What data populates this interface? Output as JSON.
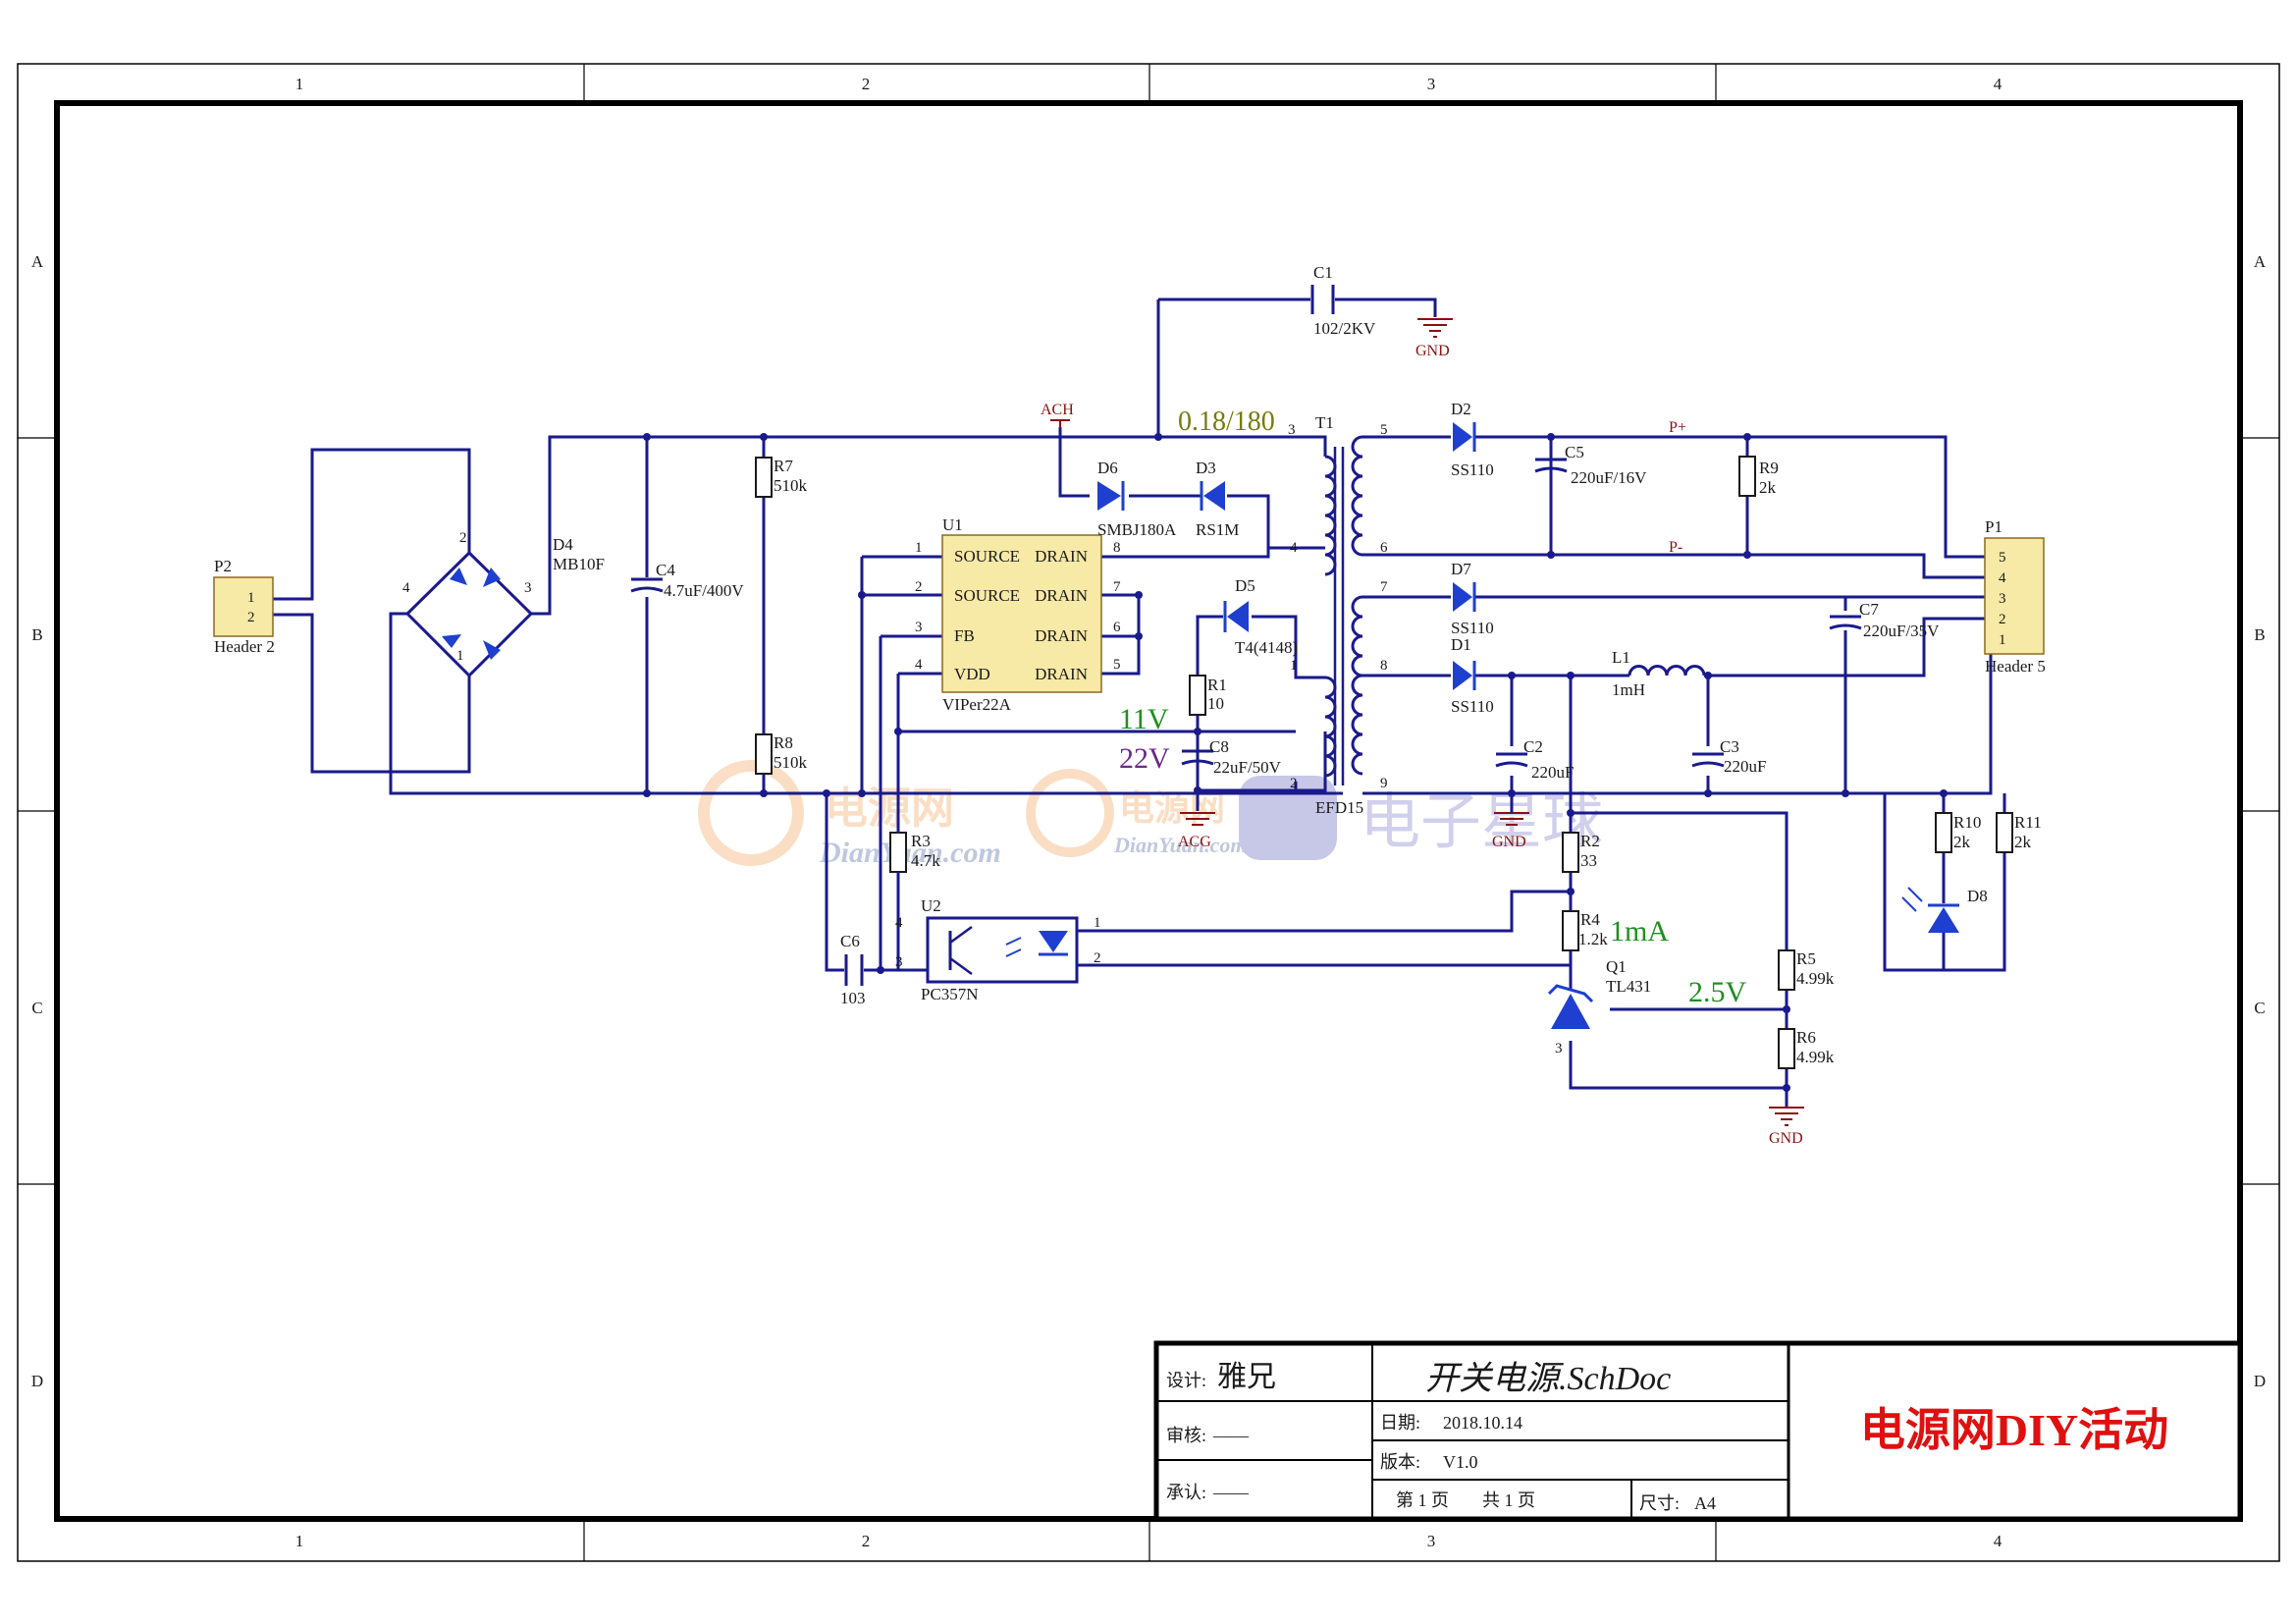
{
  "frame": {
    "cols": [
      "1",
      "2",
      "3",
      "4"
    ],
    "rows": [
      "A",
      "B",
      "C",
      "D"
    ]
  },
  "components": {
    "P2": {
      "ref": "P2",
      "value": "Header 2",
      "pins": [
        "1",
        "2"
      ]
    },
    "P1": {
      "ref": "P1",
      "value": "Header 5",
      "pins": [
        "5",
        "4",
        "3",
        "2",
        "1"
      ]
    },
    "D4": {
      "ref": "D4",
      "value": "MB10F",
      "pins": [
        "2",
        "4",
        "3",
        "1"
      ]
    },
    "C4": {
      "ref": "C4",
      "value": "4.7uF/400V"
    },
    "R7": {
      "ref": "R7",
      "value": "510k"
    },
    "R8": {
      "ref": "R8",
      "value": "510k"
    },
    "U1": {
      "ref": "U1",
      "value": "VIPer22A",
      "left": [
        "SOURCE",
        "SOURCE",
        "FB",
        "VDD"
      ],
      "right": [
        "DRAIN",
        "DRAIN",
        "DRAIN",
        "DRAIN"
      ],
      "lpins": [
        "1",
        "2",
        "3",
        "4"
      ],
      "rpins": [
        "8",
        "7",
        "6",
        "5"
      ]
    },
    "D6": {
      "ref": "D6",
      "value": "SMBJ180A"
    },
    "D3": {
      "ref": "D3",
      "value": "RS1M"
    },
    "D5": {
      "ref": "D5",
      "value": "T4(4148)"
    },
    "R1": {
      "ref": "R1",
      "value": "10"
    },
    "C8": {
      "ref": "C8",
      "value": "22uF/50V"
    },
    "C1": {
      "ref": "C1",
      "value": "102/2KV"
    },
    "T1": {
      "ref": "T1",
      "value": "EFD15",
      "pins": [
        "3",
        "4",
        "1",
        "2",
        "5",
        "6",
        "7",
        "8",
        "9"
      ]
    },
    "D2": {
      "ref": "D2",
      "value": "SS110"
    },
    "D7": {
      "ref": "D7",
      "value": "SS110"
    },
    "D1": {
      "ref": "D1",
      "value": "SS110"
    },
    "C5": {
      "ref": "C5",
      "value": "220uF/16V"
    },
    "R9": {
      "ref": "R9",
      "value": "2k"
    },
    "C7": {
      "ref": "C7",
      "value": "220uF/35V"
    },
    "L1": {
      "ref": "L1",
      "value": "1mH"
    },
    "C2": {
      "ref": "C2",
      "value": "220uF"
    },
    "C3": {
      "ref": "C3",
      "value": "220uF"
    },
    "R10": {
      "ref": "R10",
      "value": "2k"
    },
    "R11": {
      "ref": "R11",
      "value": "2k"
    },
    "D8": {
      "ref": "D8"
    },
    "R2": {
      "ref": "R2",
      "value": "33"
    },
    "R4": {
      "ref": "R4",
      "value": "1.2k"
    },
    "R3": {
      "ref": "R3",
      "value": "4.7k"
    },
    "U2": {
      "ref": "U2",
      "value": "PC357N",
      "pins": [
        "1",
        "2",
        "3",
        "4"
      ]
    },
    "C6": {
      "ref": "C6",
      "value": "103"
    },
    "Q1": {
      "ref": "Q1",
      "value": "TL431",
      "pins": [
        "3"
      ]
    },
    "R5": {
      "ref": "R5",
      "value": "4.99k"
    },
    "R6": {
      "ref": "R6",
      "value": "4.99k"
    }
  },
  "nets": {
    "gnd": "GND",
    "ach": "ACH",
    "acg": "ACG",
    "pplus": "P+",
    "pminus": "P-"
  },
  "annotations": {
    "turns": "0.18/180",
    "v11": "11V",
    "v22": "22V",
    "ma1": "1mA",
    "v25": "2.5V"
  },
  "watermarks": {
    "wm1_cn": "电源网",
    "wm1_en": "DianYuan.com",
    "wm2_cn": "电源网",
    "wm2_en": "DianYuan.com",
    "wm3_cn": "电子星球"
  },
  "titleblock": {
    "design_label": "设计:",
    "designer": "雅兄",
    "review_label": "审核:",
    "review_value": "——",
    "approve_label": "承认:",
    "approve_value": "——",
    "file": "开关电源.SchDoc",
    "date_label": "日期:",
    "date": "2018.10.14",
    "version_label": "版本:",
    "version": "V1.0",
    "page": "第 1 页",
    "total": "共 1 页",
    "size_label": "尺寸:",
    "size": "A4",
    "logo": "电源网DIY活动"
  },
  "colors": {
    "wire": "#1a1a8c",
    "part": "#1a1a1a",
    "net": "#8b1010",
    "olive": "#7a7a10",
    "green": "#1f8f1f",
    "purple": "#6a2a8a",
    "header_fill": "#f7e9a6",
    "symbol_fill": "#1f3fd0",
    "logo_red": "#e01010"
  }
}
